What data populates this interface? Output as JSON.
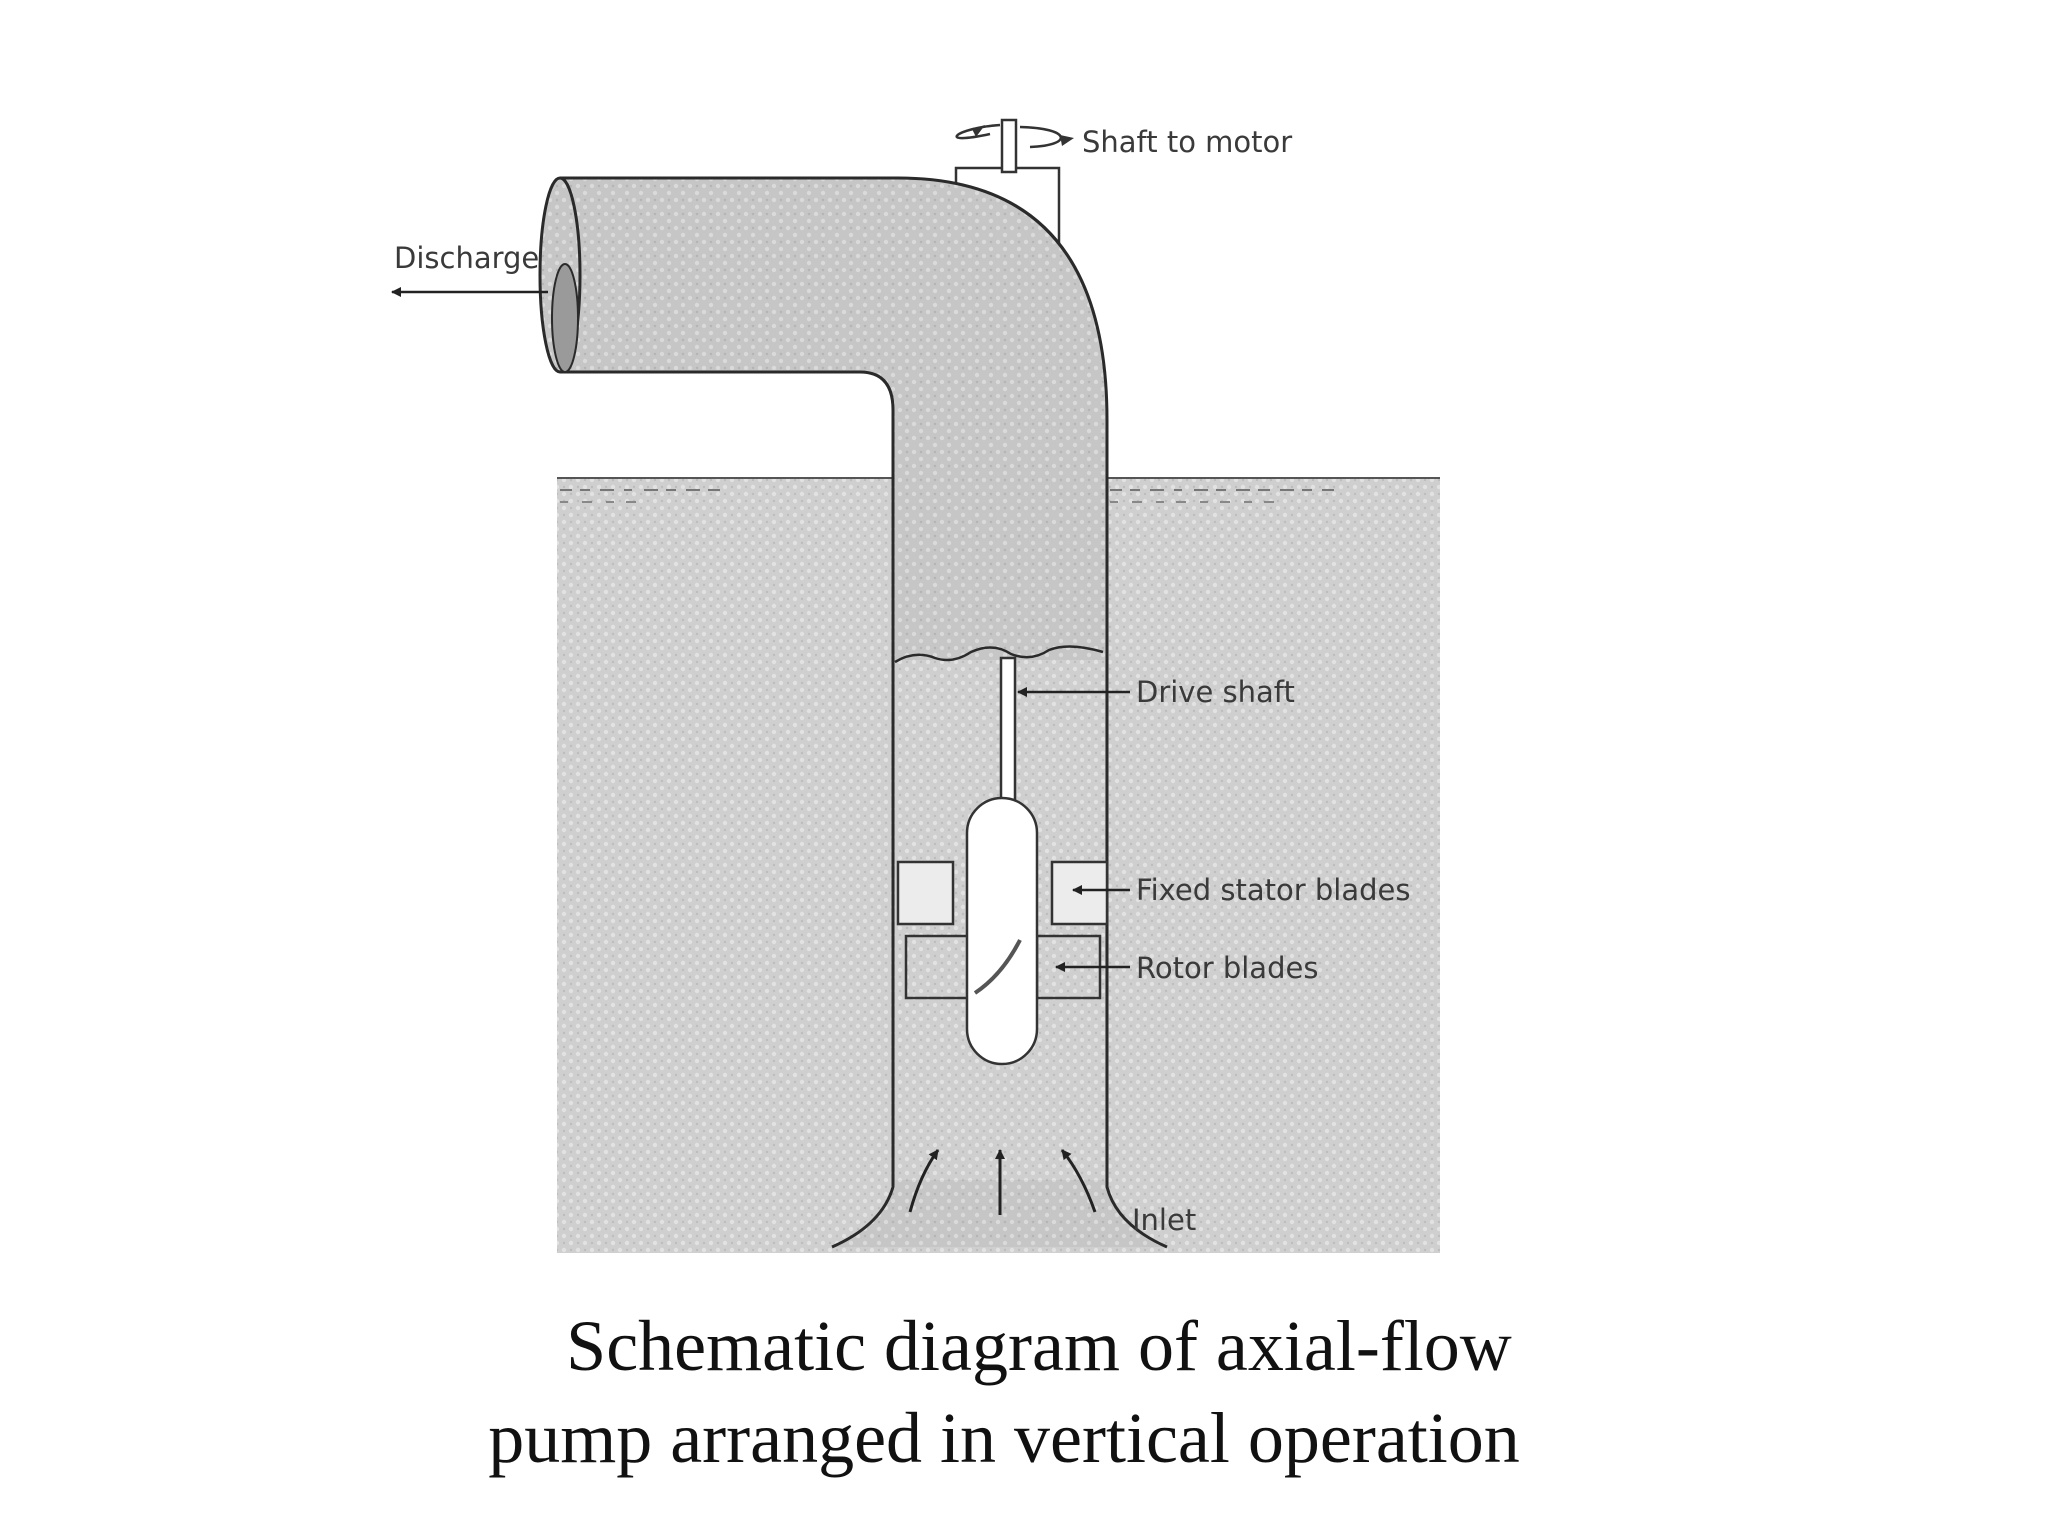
{
  "diagram": {
    "labels": {
      "shaft_to_motor": "Shaft to motor",
      "discharge": "Discharge",
      "drive_shaft": "Drive shaft",
      "fixed_stator_blades": "Fixed stator blades",
      "rotor_blades": "Rotor blades",
      "inlet": "Inlet"
    },
    "colors": {
      "water": "#cfcfcf",
      "pipe": "#c7c7c7",
      "outline": "#2a2a2a",
      "hub": "#ffffff",
      "stator": "#e6e6e6"
    }
  },
  "caption": {
    "line1": "Schematic diagram of axial-flow",
    "line2": "pump arranged in vertical operation"
  }
}
